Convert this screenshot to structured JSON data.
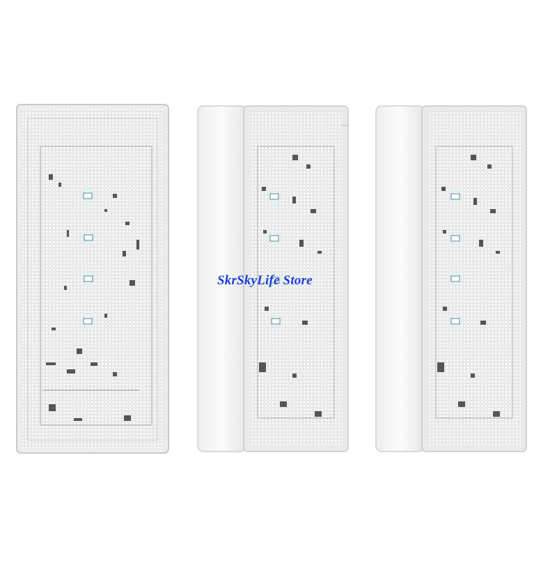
{
  "watermark": {
    "text": "SkrSkyLife Store",
    "color": "#1f3fd6"
  },
  "products": [
    {
      "name": "led-light-panel-front",
      "led_count": 4,
      "led_color": "#eef9ff",
      "housing_color": "#f3f3f3"
    },
    {
      "name": "led-light-panel-with-housing-1",
      "led_count": 4,
      "led_color": "#eef9ff",
      "housing_color": "#f6f6f6"
    },
    {
      "name": "led-light-panel-with-housing-2",
      "led_count": 4,
      "led_color": "#eef9ff",
      "housing_color": "#f6f6f6"
    }
  ]
}
